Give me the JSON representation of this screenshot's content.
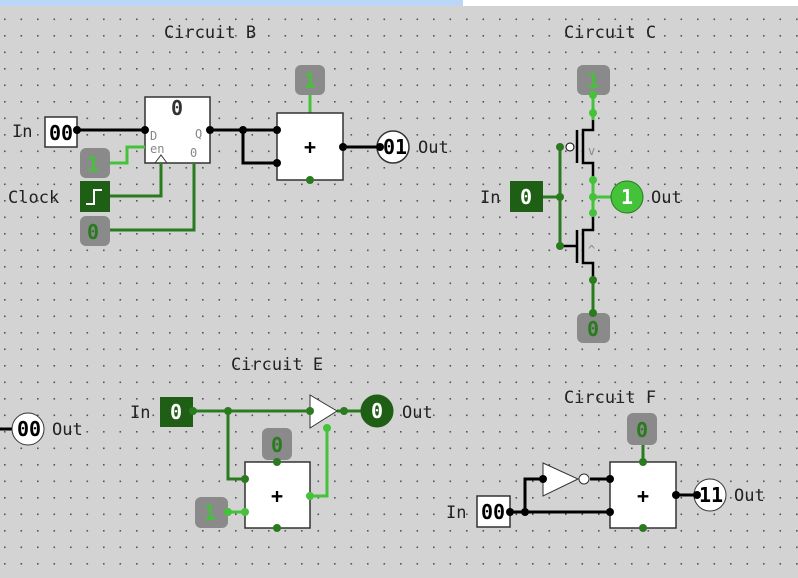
{
  "colors": {
    "canvas": "#d3d3d3",
    "wire_off": "#2a7a1f",
    "wire_on": "#44c23a",
    "wire_bus": "#000000",
    "input_dark": "#1f5f15",
    "const_bg": "#8a8a8a"
  },
  "circuits": {
    "b": {
      "title": "Circuit B",
      "input_label": "In",
      "input_value": "00",
      "register_value": "0",
      "reg_d": "D",
      "reg_en": "en",
      "reg_q": "Q",
      "reg_clr": "0",
      "const_en": "1",
      "clock_label": "Clock",
      "const_clr": "0",
      "adder_const": "1",
      "adder_symbol": "+",
      "output_value": "01",
      "output_label": "Out"
    },
    "c": {
      "title": "Circuit C",
      "const_top": "1",
      "input_label": "In",
      "input_value": "0",
      "output_value": "1",
      "output_label": "Out",
      "const_bottom": "0",
      "pmos_mark": "v",
      "nmos_mark": "^"
    },
    "d": {
      "output_value": "00",
      "output_label": "Out"
    },
    "e": {
      "title": "Circuit E",
      "input_label": "In",
      "input_value": "0",
      "output_value": "0",
      "output_label": "Out",
      "adder_const_top": "0",
      "adder_const_left": "1",
      "adder_symbol": "+"
    },
    "f": {
      "title": "Circuit F",
      "adder_const_top": "0",
      "input_label": "In",
      "input_value": "00",
      "output_value": "11",
      "output_label": "Out",
      "adder_symbol": "+"
    }
  }
}
